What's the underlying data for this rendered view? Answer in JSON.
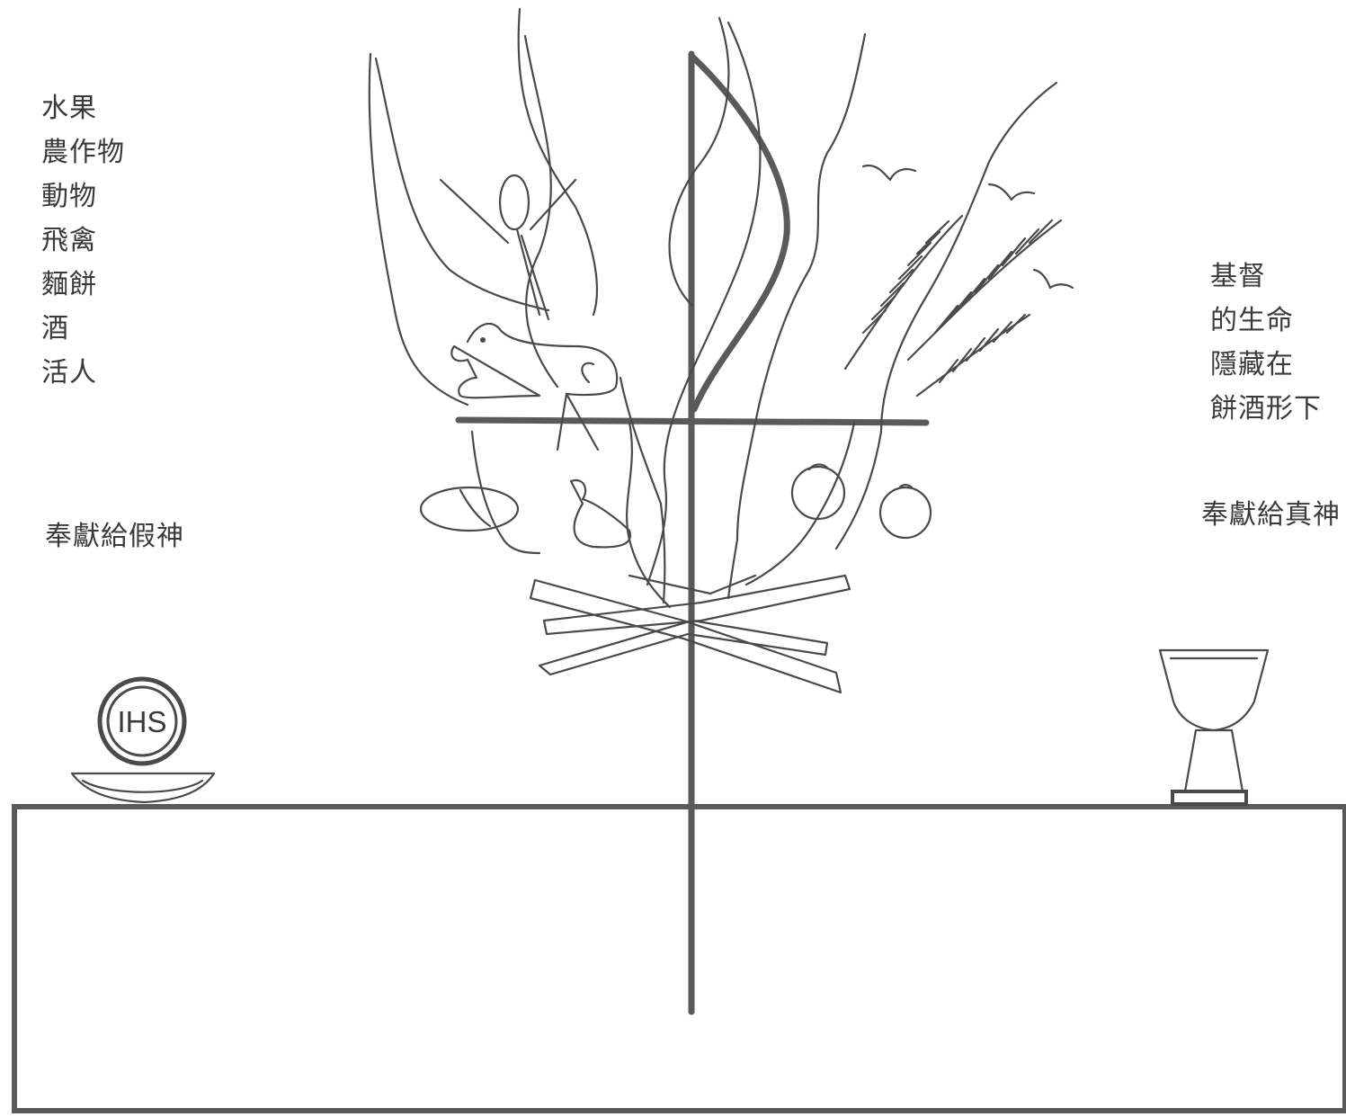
{
  "left_list": [
    "水果",
    "農作物",
    "動物",
    "飛禽",
    "麵餅",
    "酒",
    "活人"
  ],
  "left_caption": "奉獻給假神",
  "right_list": [
    "基督",
    "的生命",
    "隱藏在",
    "餅酒形下"
  ],
  "right_caption": "奉獻給真神",
  "host_label": "IHS",
  "colors": {
    "ink": "#4a4a4a",
    "bar": "#5a5a5a",
    "background": "#ffffff"
  }
}
